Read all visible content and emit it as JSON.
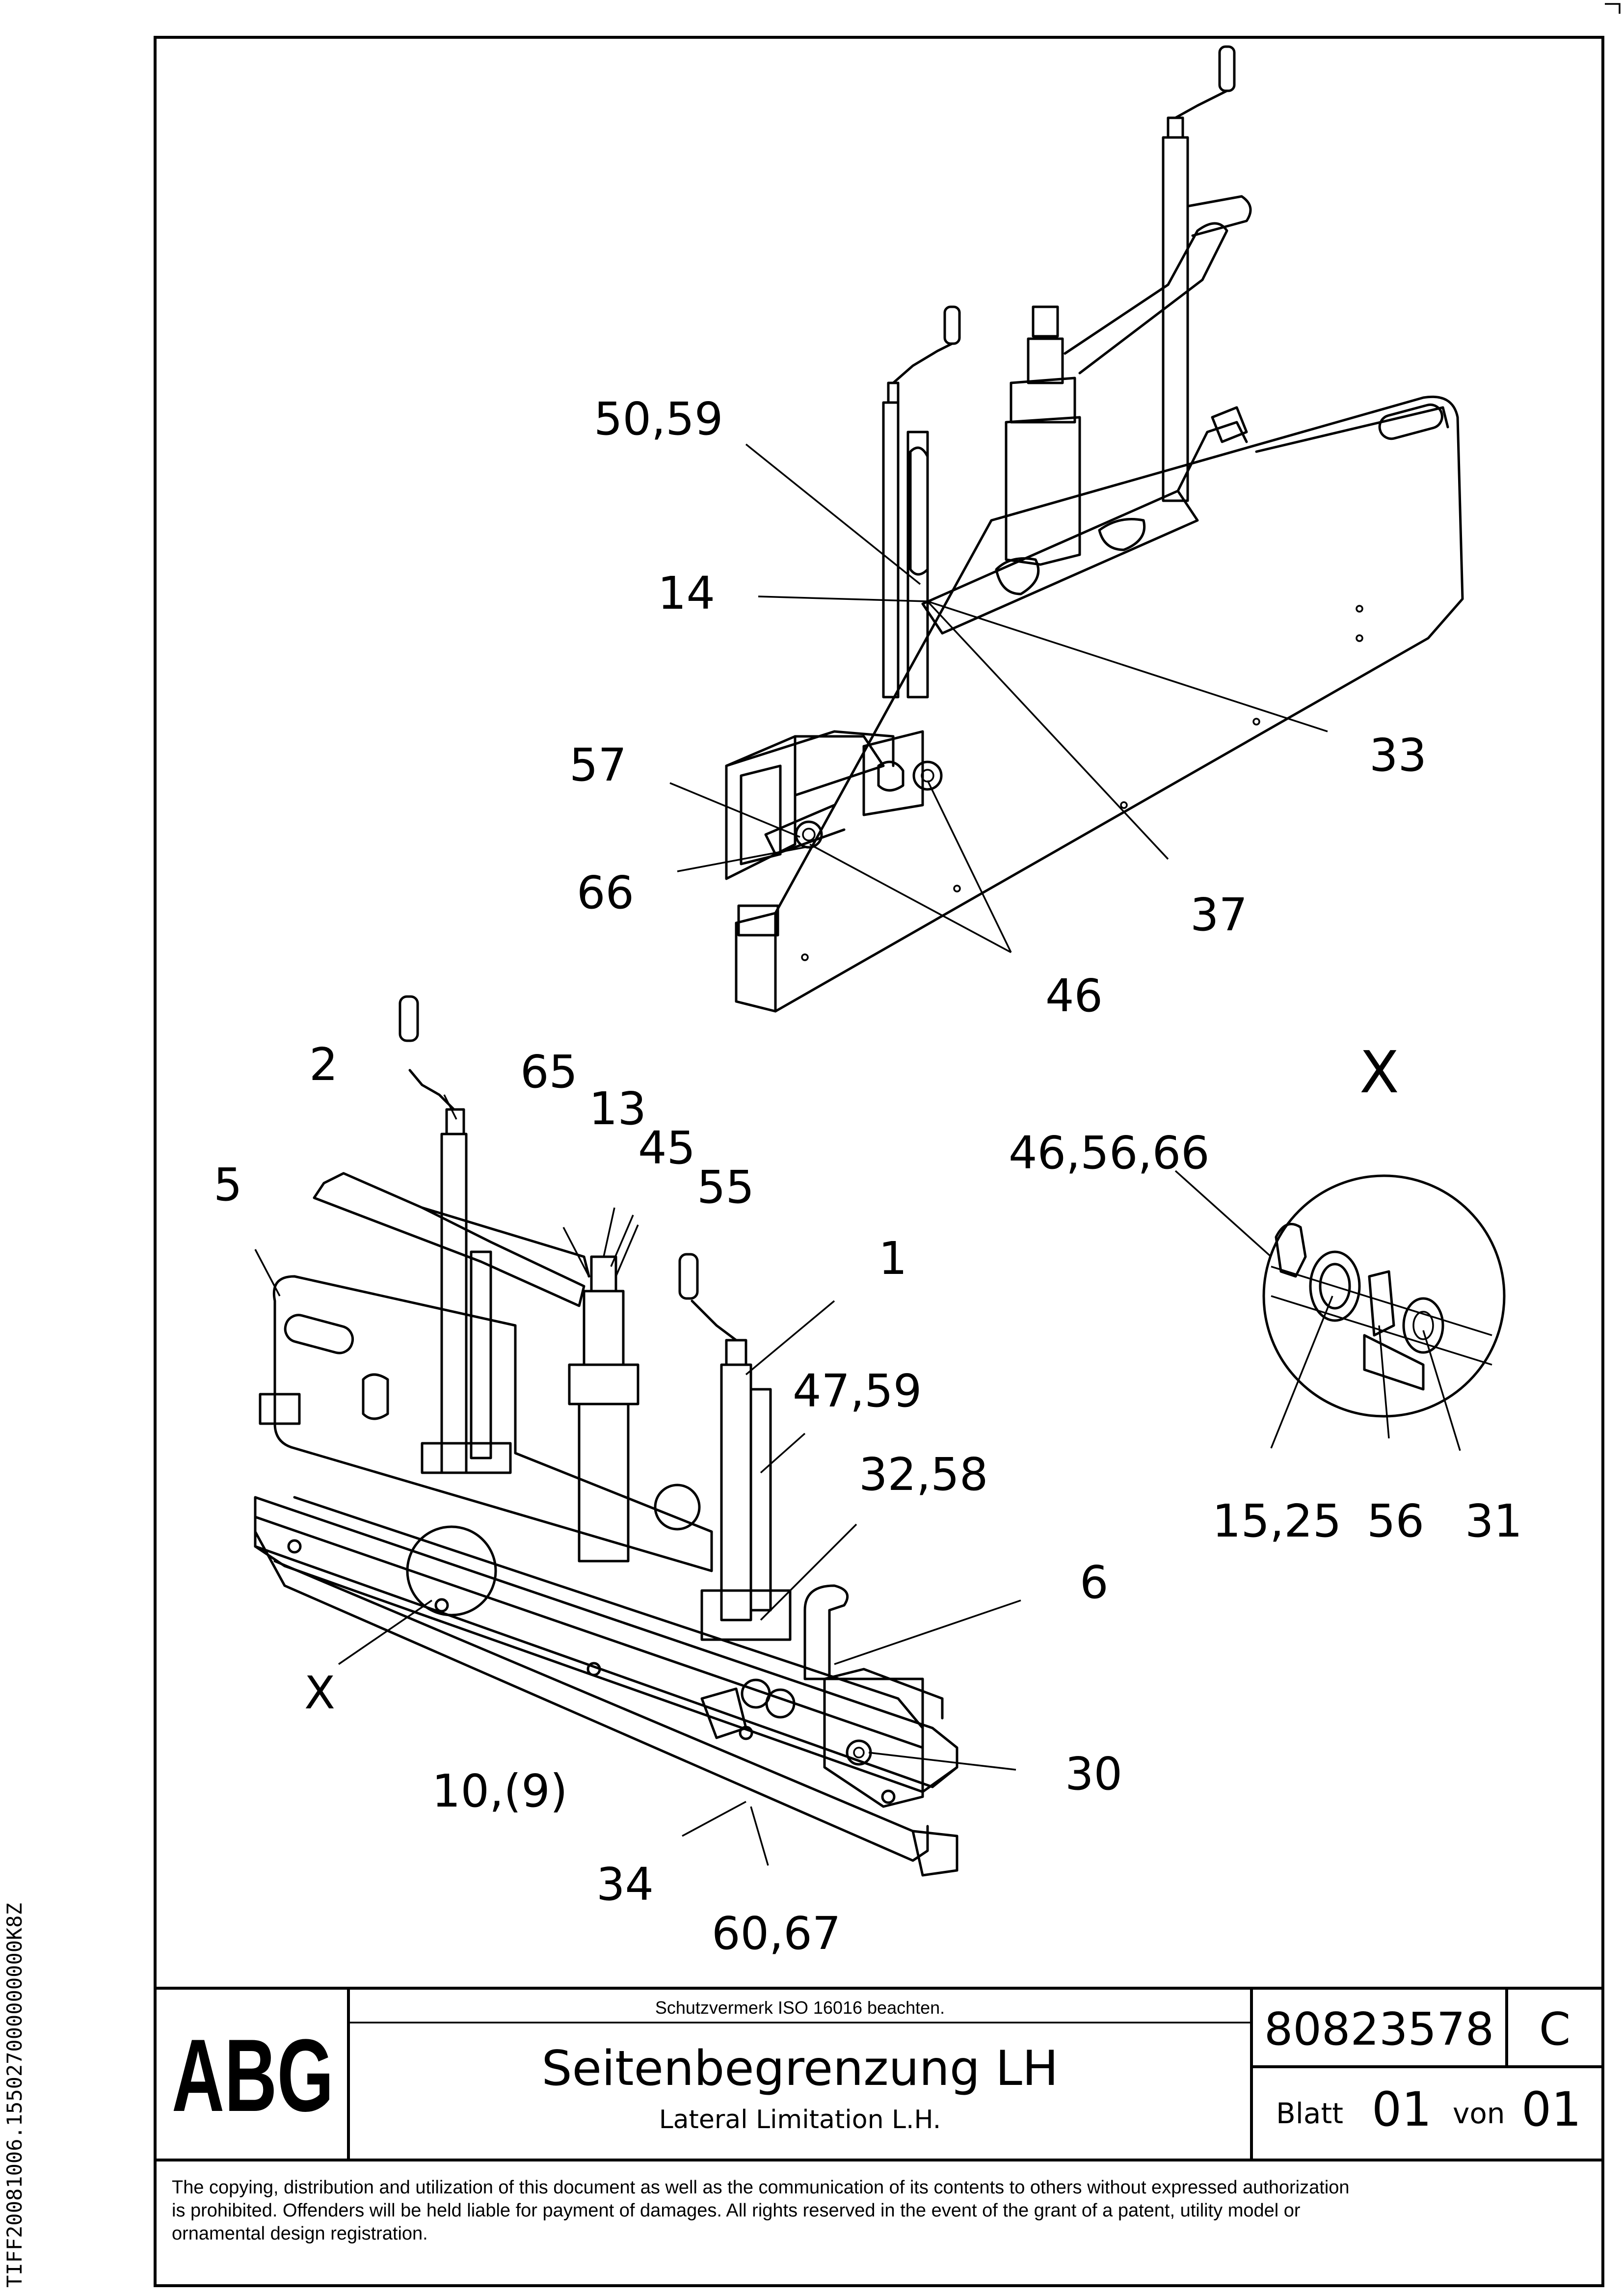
{
  "labels": {
    "top_view": [
      "50,59",
      "14",
      "33",
      "57",
      "66",
      "37",
      "46"
    ],
    "bottom_view": [
      "2",
      "65",
      "13",
      "45",
      "55",
      "5",
      "1",
      "47,59",
      "32,58",
      "6",
      "X",
      "10,(9)",
      "30",
      "34",
      "60,67"
    ],
    "detail_view": [
      "X",
      "46,56,66",
      "15,25",
      "56",
      "31"
    ]
  },
  "title_block": {
    "logo": "ABG",
    "protection_note": "Schutzvermerk ISO 16016 beachten.",
    "title_de": "Seitenbegrenzung LH",
    "title_en": "Lateral Limitation L.H.",
    "drawing_number": "80823578",
    "revision": "C",
    "sheet_label": "Blatt",
    "sheet_number": "01",
    "of_label": "von",
    "sheet_total": "01",
    "copyright_lines": [
      "The copying, distribution and utilization of this document as well as the communication of its contents to others without expressed authorization",
      "is prohibited. Offenders will be held liable for payment of damages. All rights reserved in the event of the grant of a patent, utility model or",
      "ornamental design registration."
    ]
  },
  "side_code": "TIFF20081006.155027000000000K8Z"
}
